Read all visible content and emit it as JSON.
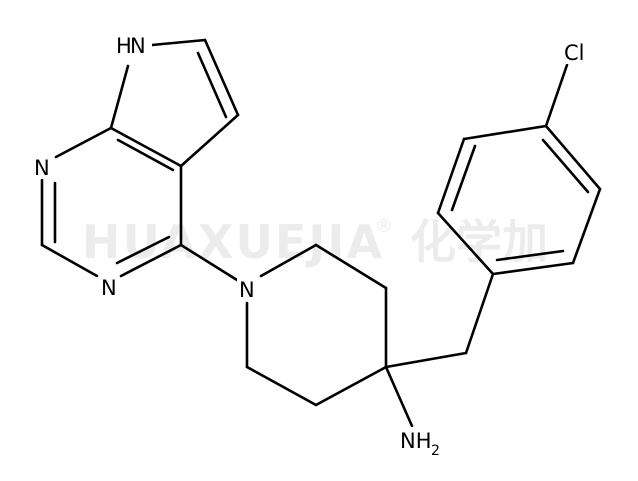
{
  "watermark": {
    "latin": "HUAXUEJIA",
    "registered": "®",
    "cjk": "化学加"
  },
  "atoms": {
    "pyrrole_nh": "H",
    "pyrrole_n": "N",
    "pyrimidine_n1": "N",
    "pyrimidine_n3": "N",
    "piperidine_n": "N",
    "chlorine": "Cl",
    "amine_main": "NH",
    "amine_subscript": "2"
  },
  "colors": {
    "bond": "#000000",
    "text": "#000000",
    "background": "#ffffff"
  }
}
